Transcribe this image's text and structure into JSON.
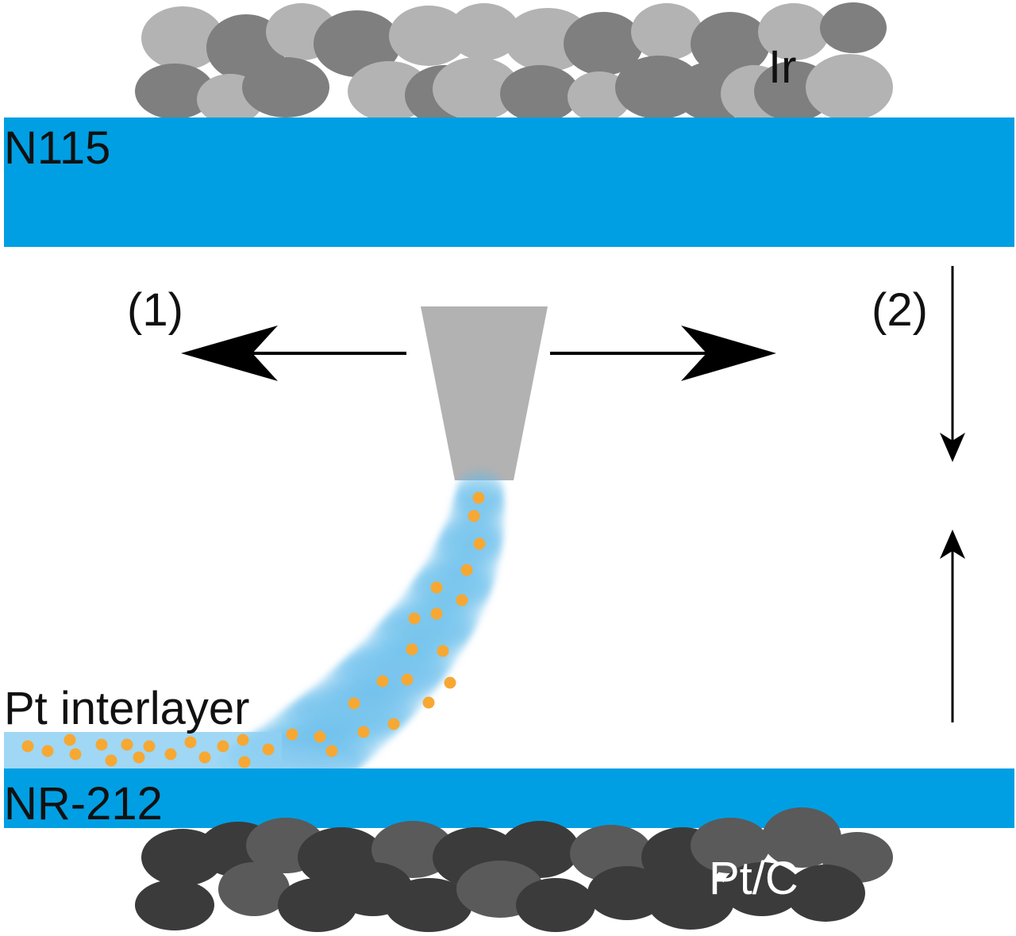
{
  "labels": {
    "top_catalyst": "Ir",
    "top_membrane": "N115",
    "motion_1": "(1)",
    "motion_2": "(2)",
    "interlayer": "Pt interlayer",
    "bottom_membrane": "NR-212",
    "bottom_catalyst": "Pt/C"
  },
  "colors": {
    "membrane": "#009fe3",
    "ir_light": "#b3b3b3",
    "ir_mid": "#9a9a9a",
    "ir_dark": "#7f7f7f",
    "ptc_light": "#5a5a5a",
    "ptc_dark": "#3b3b3b",
    "nozzle": "#b2b2b2",
    "pt_particle": "#f6a833",
    "spray": "#5bb8ea",
    "arrow": "#000000"
  }
}
